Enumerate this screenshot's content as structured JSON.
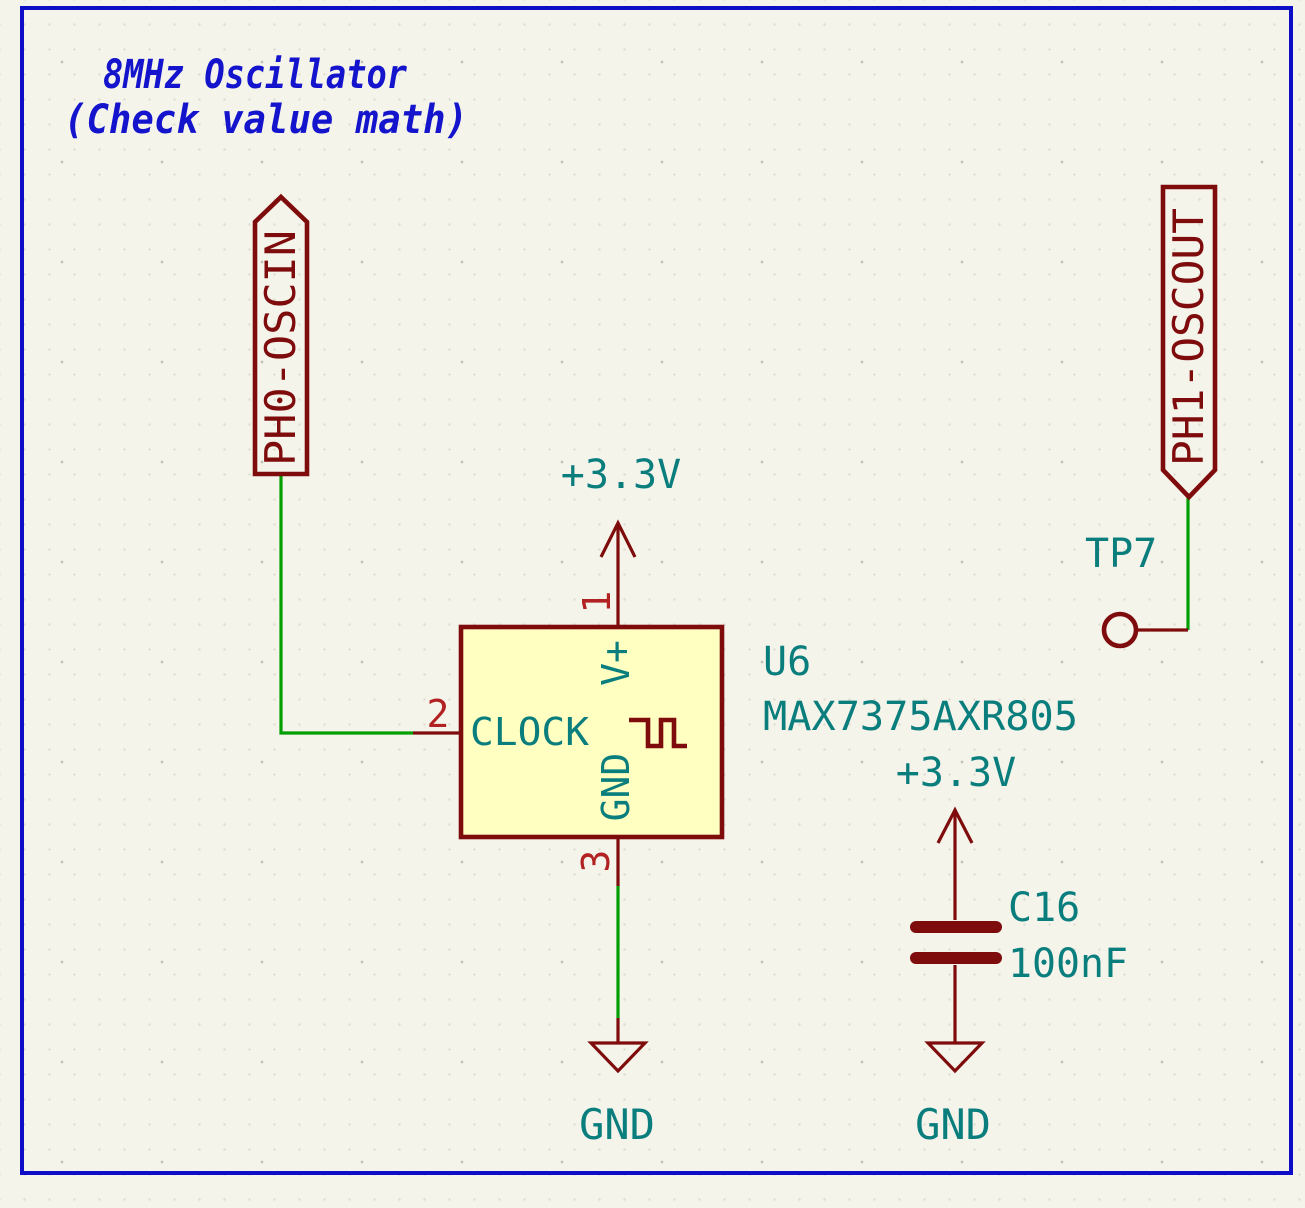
{
  "palette": {
    "background": "#F5F4EB",
    "sheet_frame_blue": "#0D0DC8",
    "note_blue": "#1414CC",
    "symbol_maroon": "#7E0C0C",
    "pin_number_red": "#B22222",
    "field_teal": "#0A7D7D",
    "wire_green": "#009E00",
    "symbol_fill_yellow": "#FFFFC2"
  },
  "title_note": {
    "line1": "8MHz Oscillator",
    "line2": "(Check value math)"
  },
  "hier_labels": {
    "ph0": "PH0-OSCIN",
    "ph1": "PH1-OSCOUT"
  },
  "u6": {
    "reference": "U6",
    "value": "MAX7375AXR805",
    "pins": [
      {
        "number": "1",
        "name": "V+"
      },
      {
        "number": "2",
        "name": "CLOCK"
      },
      {
        "number": "3",
        "name": "GND"
      }
    ]
  },
  "power": {
    "vcc_u6": "+3.3V",
    "vcc_cap": "+3.3V",
    "gnd_u6": "GND",
    "gnd_cap": "GND"
  },
  "capacitor": {
    "reference": "C16",
    "value": "100nF"
  },
  "testpoint": {
    "reference": "TP7"
  }
}
